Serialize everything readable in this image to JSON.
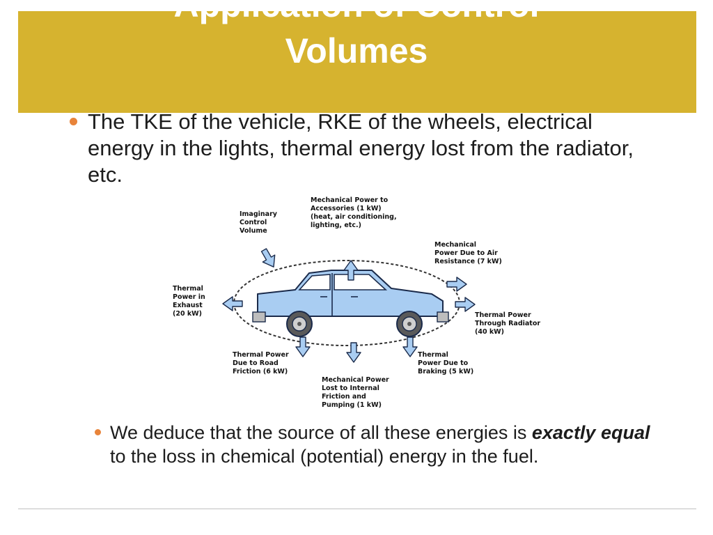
{
  "slide": {
    "title_line1": "Application of Control",
    "title_line2": "Volumes",
    "bullet_main": "The TKE of the vehicle, RKE of the wheels, electrical energy in the lights, thermal energy lost from the radiator, etc.",
    "bullet_sub": {
      "before": "We deduce that the source of all these energies is ",
      "emphasis": "exactly equal",
      "after": " to the loss in chemical (potential) energy in the fuel."
    }
  },
  "diagram": {
    "labels": {
      "imaginary_cv": "Imaginary\nControl\nVolume",
      "accessories": "Mechanical Power to\nAccessories (1 kW)\n(heat, air conditioning,\nlighting, etc.)",
      "air_resistance": "Mechanical\nPower Due to Air\nResistance (7 kW)",
      "exhaust": "Thermal\nPower in\nExhaust\n(20 kW)",
      "radiator": "Thermal Power\nThrough Radiator\n(40 kW)",
      "road_friction": "Thermal Power\nDue to Road\nFriction (6 kW)",
      "internal_friction": "Mechanical Power\nLost to Internal\nFriction and\nPumping (1 kW)",
      "braking": "Thermal\nPower Due to\nBraking (5 kW)"
    }
  },
  "colors": {
    "title_band": "#d6b32f",
    "bullet": "#e8843a",
    "car_body": "#a9cdf2",
    "arrow_fill": "#a9cdf2"
  }
}
